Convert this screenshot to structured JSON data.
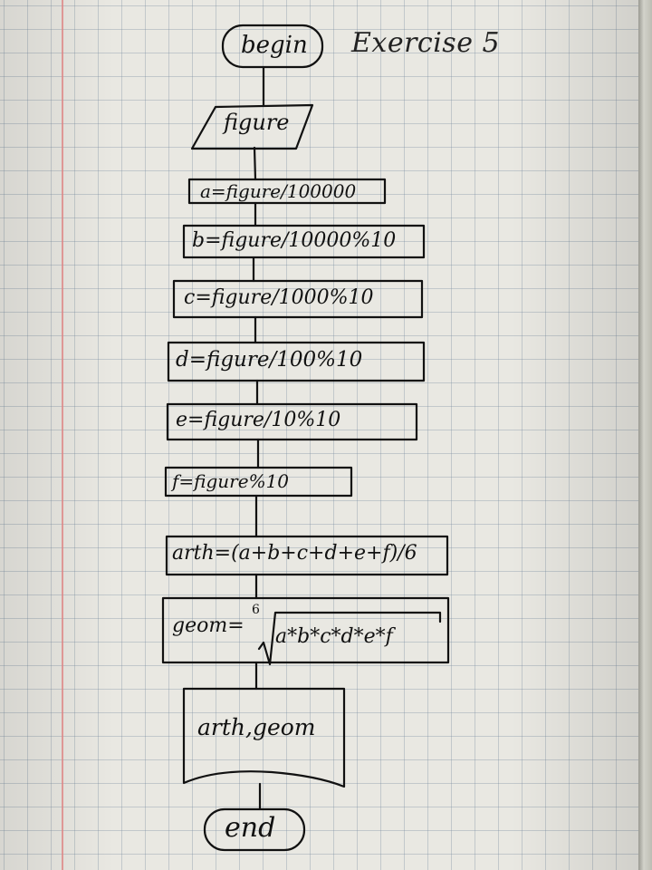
{
  "title": "Exercise 5",
  "flowchart": {
    "start": "begin",
    "input": "figure",
    "steps": [
      "a=figure/100000",
      "b=figure/10000%10",
      "c=figure/1000%10",
      "d=figure/100%10",
      "e=figure/10%10",
      "f=figure%10",
      "arth=(a+b+c+d+e+f)/6"
    ],
    "geom": {
      "prefix": "geom=",
      "root_index": "6",
      "radicand": "a*b*c*d*e*f"
    },
    "output": "arth,geom",
    "end": "end"
  },
  "colors": {
    "ink": "#111111",
    "paper": "#e9e8e2",
    "grid": "#8ca0b4",
    "margin_line": "#e58a8a"
  }
}
